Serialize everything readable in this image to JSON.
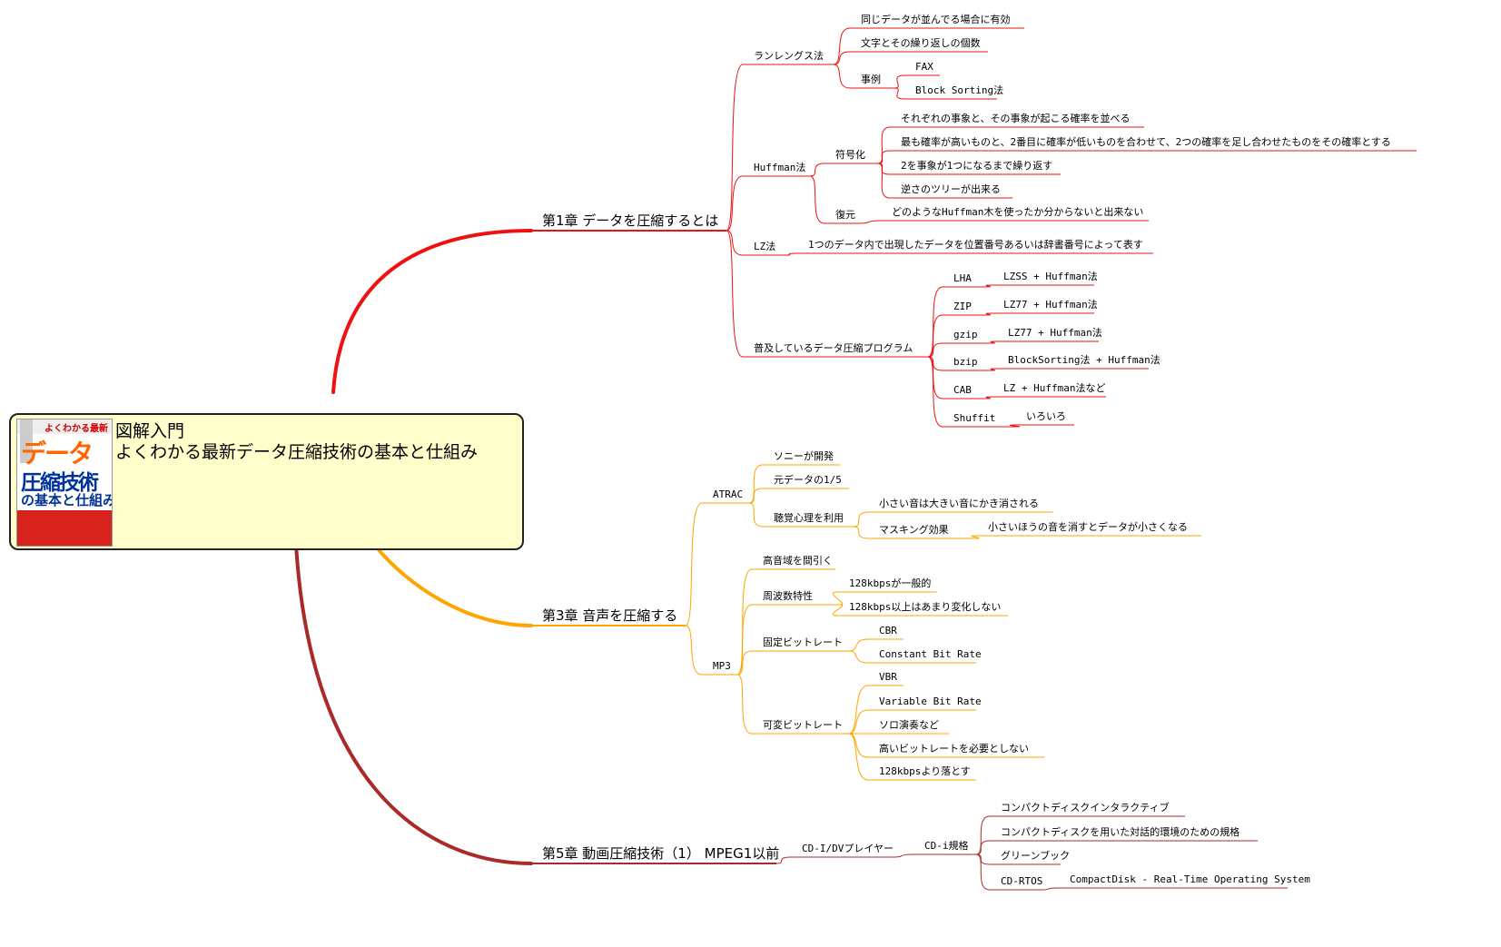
{
  "root": {
    "title_line1": "図解入門",
    "title_line2": "よくわかる最新データ圧縮技術の基本と仕組み",
    "cover_image": {
      "top_label": "よくわかる最新",
      "title_a": "データ",
      "title_b": "圧縮技術",
      "title_c": "の基本と仕組み"
    }
  },
  "colors": {
    "ch1": "#ee1111",
    "ch3": "#ffa500",
    "ch5": "#aa2a2a",
    "root_fill": "#ffffcc"
  },
  "branches": [
    {
      "id": "ch1",
      "label": "第1章 データを圧縮するとは",
      "children": [
        {
          "label": "ランレングス法",
          "children": [
            {
              "label": "同じデータが並んでる場合に有効"
            },
            {
              "label": "文字とその繰り返しの個数"
            },
            {
              "label": "事例",
              "children": [
                {
                  "label": "FAX"
                },
                {
                  "label": "Block Sorting法"
                }
              ]
            }
          ]
        },
        {
          "label": "Huffman法",
          "children": [
            {
              "label": "符号化",
              "children": [
                {
                  "label": "それぞれの事象と、その事象が起こる確率を並べる"
                },
                {
                  "label": "最も確率が高いものと、2番目に確率が低いものを合わせて、2つの確率を足し合わせたものをその確率とする"
                },
                {
                  "label": "2を事象が1つになるまで繰り返す"
                },
                {
                  "label": "逆さのツリーが出来る"
                }
              ]
            },
            {
              "label": "復元",
              "children": [
                {
                  "label": "どのようなHuffman木を使ったか分からないと出来ない"
                }
              ]
            }
          ]
        },
        {
          "label": "LZ法",
          "children": [
            {
              "label": "1つのデータ内で出現したデータを位置番号あるいは辞書番号によって表す"
            }
          ]
        },
        {
          "label": "普及しているデータ圧縮プログラム",
          "children": [
            {
              "label": "LHA",
              "children": [
                {
                  "label": "LZSS + Huffman法"
                }
              ]
            },
            {
              "label": "ZIP",
              "children": [
                {
                  "label": "LZ77 + Huffman法"
                }
              ]
            },
            {
              "label": "gzip",
              "children": [
                {
                  "label": "LZ77 + Huffman法"
                }
              ]
            },
            {
              "label": "bzip",
              "children": [
                {
                  "label": "BlockSorting法 + Huffman法"
                }
              ]
            },
            {
              "label": "CAB",
              "children": [
                {
                  "label": "LZ + Huffman法など"
                }
              ]
            },
            {
              "label": "Shuffit",
              "children": [
                {
                  "label": "いろいろ"
                }
              ]
            }
          ]
        }
      ]
    },
    {
      "id": "ch3",
      "label": "第3章 音声を圧縮する",
      "children": [
        {
          "label": "ATRAC",
          "children": [
            {
              "label": "ソニーが開発"
            },
            {
              "label": "元データの1/5"
            },
            {
              "label": "聴覚心理を利用",
              "children": [
                {
                  "label": "小さい音は大きい音にかき消される"
                },
                {
                  "label": "マスキング効果",
                  "children": [
                    {
                      "label": "小さいほうの音を消すとデータが小さくなる"
                    }
                  ]
                }
              ]
            }
          ]
        },
        {
          "label": "MP3",
          "children": [
            {
              "label": "高音域を間引く"
            },
            {
              "label": "周波数特性",
              "children": [
                {
                  "label": "128kbpsが一般的"
                },
                {
                  "label": "128kbps以上はあまり変化しない"
                }
              ]
            },
            {
              "label": "固定ビットレート",
              "children": [
                {
                  "label": "CBR"
                },
                {
                  "label": "Constant Bit Rate"
                }
              ]
            },
            {
              "label": "可変ビットレート",
              "children": [
                {
                  "label": "VBR"
                },
                {
                  "label": "Variable Bit Rate"
                },
                {
                  "label": "ソロ演奏など"
                },
                {
                  "label": "高いビットレートを必要としない"
                },
                {
                  "label": "128kbpsより落とす"
                }
              ]
            }
          ]
        }
      ]
    },
    {
      "id": "ch5",
      "label": "第5章 動画圧縮技術（1） MPEG1以前",
      "children": [
        {
          "label": "CD-I/DVプレイヤー",
          "children": [
            {
              "label": "CD-i規格",
              "children": [
                {
                  "label": "コンパクトディスクインタラクティブ"
                },
                {
                  "label": "コンパクトディスクを用いた対話的環境のための規格"
                },
                {
                  "label": "グリーンブック"
                },
                {
                  "label": "CD-RTOS",
                  "children": [
                    {
                      "label": "CompactDisk - Real-Time Operating System"
                    }
                  ]
                }
              ]
            }
          ]
        }
      ]
    }
  ]
}
